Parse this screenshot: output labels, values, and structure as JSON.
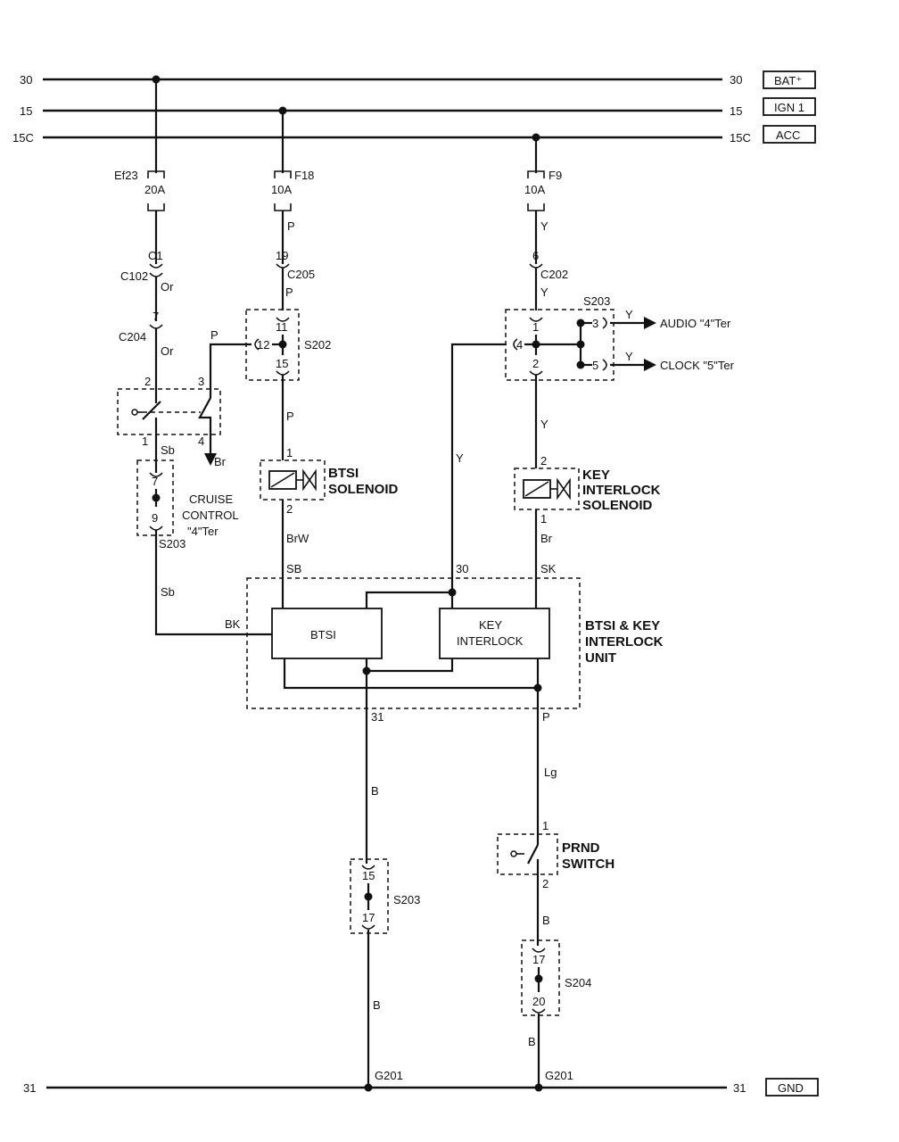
{
  "buses": {
    "bat": {
      "left": "30",
      "right": "30",
      "tag": "BAT⁺"
    },
    "ign": {
      "left": "15",
      "right": "15",
      "tag": "IGN 1"
    },
    "acc": {
      "left": "15C",
      "right": "15C",
      "tag": "ACC"
    },
    "gnd": {
      "left": "31",
      "right": "31",
      "tag": "GND"
    }
  },
  "fuses": {
    "ef23": {
      "name": "Ef23",
      "rating": "20A"
    },
    "f18": {
      "name": "F18",
      "rating": "10A"
    },
    "f9": {
      "name": "F9",
      "rating": "10A"
    }
  },
  "connectors": {
    "c1": "C1",
    "c102": "C102",
    "c204": "C204",
    "c205": "C205",
    "c202": "C202",
    "s202": "S202",
    "s203_top": "S203",
    "s203_left": "S203",
    "s203_bottom": "S203",
    "s204": "S204",
    "g201_left": "G201",
    "g201_right": "G201"
  },
  "pins": {
    "p19": "19",
    "p6": "6",
    "p7": "7",
    "s202_11": "11",
    "s202_12": "12",
    "s202_15": "15",
    "s203_1": "1",
    "s203_2": "2",
    "s203_3": "3",
    "s203_4": "4",
    "s203_5": "5",
    "sw_2": "2",
    "sw_3": "3",
    "sw_1": "1",
    "sw_4": "4",
    "s203l_7": "7",
    "s203l_9": "9",
    "sol_1": "1",
    "sol_2": "2",
    "key_2": "2",
    "key_1": "1",
    "unit_30": "30",
    "s203b_15": "15",
    "s203b_17": "17",
    "prnd_1": "1",
    "prnd_2": "2",
    "s204_17": "17",
    "s204_20": "20"
  },
  "wires": {
    "or1": "Or",
    "or2": "Or",
    "p1": "P",
    "p2": "P",
    "p_sw": "P",
    "p3": "P",
    "p_out": "P",
    "y1": "Y",
    "y2": "Y",
    "y_audio": "Y",
    "y_clock": "Y",
    "y_left": "Y",
    "y3": "Y",
    "sb1": "Sb",
    "sb2": "Sb",
    "br": "Br",
    "brw": "BrW",
    "br2": "Br",
    "lg": "Lg",
    "b1": "B",
    "b2": "B",
    "b3": "B",
    "b4": "B"
  },
  "terminals": {
    "sb": "SB",
    "sk": "SK",
    "bk": "BK",
    "t31": "31"
  },
  "components": {
    "btsi_solenoid": [
      "BTSI",
      "SOLENOID"
    ],
    "key_solenoid": [
      "KEY",
      "INTERLOCK",
      "SOLENOID"
    ],
    "unit_label": [
      "BTSI & KEY",
      "INTERLOCK",
      "UNIT"
    ],
    "btsi_box": "BTSI",
    "key_box": [
      "KEY",
      "INTERLOCK"
    ],
    "prnd": [
      "PRND",
      "SWITCH"
    ],
    "cruise": [
      "CRUISE",
      "CONTROL",
      "\"4\"Ter"
    ],
    "audio": "AUDIO \"4\"Ter",
    "clock": "CLOCK \"5\"Ter"
  }
}
